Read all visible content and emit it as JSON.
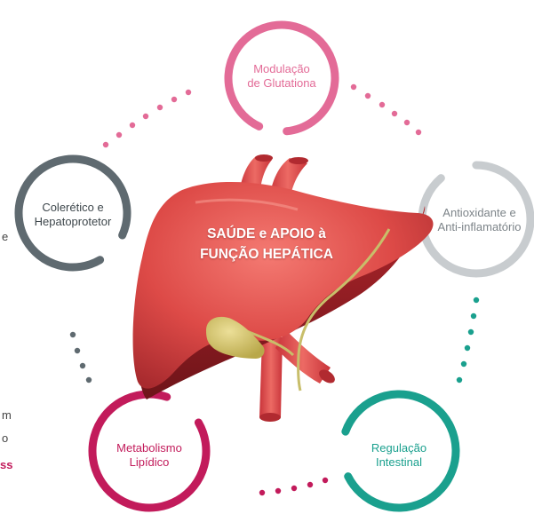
{
  "center": {
    "line1": "SAÚDE e APOIO à",
    "line2": "FUNÇÃO HEPÁTICA"
  },
  "nodes": {
    "glutationa": {
      "line1": "Modulação",
      "line2": "de Glutationa",
      "color": "#e36b97"
    },
    "antioxidante": {
      "line1": "Antioxidante e",
      "line2": "Anti-inflamatório",
      "color": "#c8cccf"
    },
    "regulacao": {
      "line1": "Regulação",
      "line2": "Intestinal",
      "color": "#1aa08e"
    },
    "metabolismo": {
      "line1": "Metabolismo",
      "line2": "Lipídico",
      "color": "#c21b5b"
    },
    "coleretico": {
      "line1": "Colerético e",
      "line2": "Hepatoprotetor",
      "color": "#5f6a70"
    }
  },
  "cutoff_text": {
    "t1": "e",
    "t2": "m",
    "t3": "o",
    "t4": "ss"
  }
}
